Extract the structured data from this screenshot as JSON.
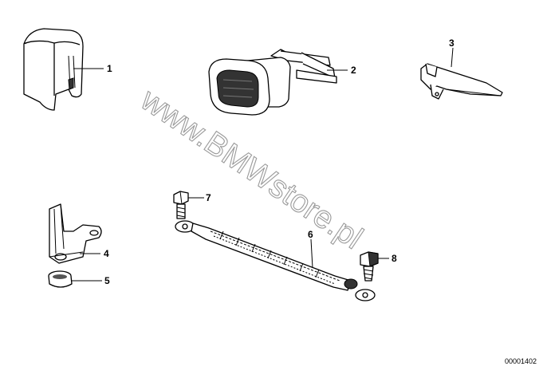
{
  "watermark": "www.BMWstore.pl",
  "diagram_code": "00001402",
  "callouts": [
    "1",
    "2",
    "3",
    "4",
    "5",
    "6",
    "7",
    "8"
  ],
  "parts": [
    {
      "number": "1",
      "icon": "cover-cap-icon"
    },
    {
      "number": "2",
      "icon": "socket-connector-icon"
    },
    {
      "number": "3",
      "icon": "bracket-icon"
    },
    {
      "number": "4",
      "icon": "angle-bracket-icon"
    },
    {
      "number": "5",
      "icon": "grommet-icon"
    },
    {
      "number": "6",
      "icon": "ground-strap-icon"
    },
    {
      "number": "7",
      "icon": "bolt-icon"
    },
    {
      "number": "8",
      "icon": "bolt-icon"
    }
  ]
}
